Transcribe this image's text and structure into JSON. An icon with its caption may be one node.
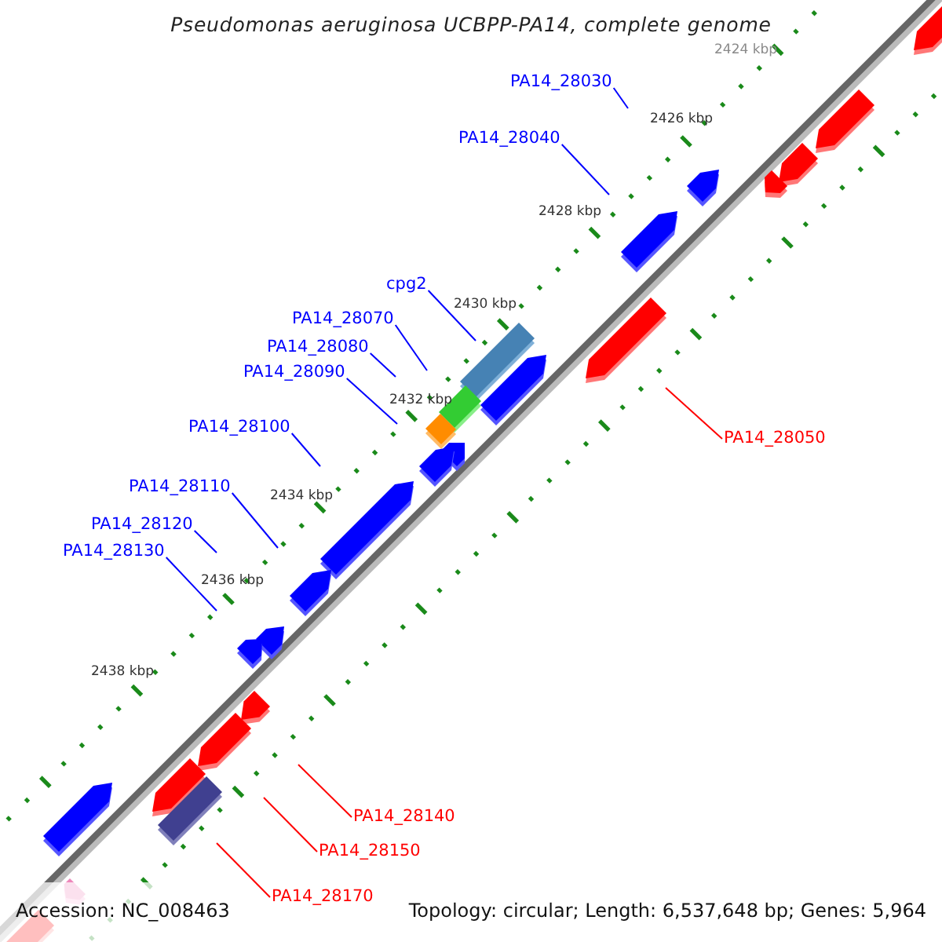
{
  "diagram": {
    "title": "Pseudomonas aeruginosa UCBPP-PA14, complete genome",
    "nodes": [
      {
        "text": [
          "PA14_28030"
        ]
      },
      {
        "text": [
          "PA14_28040"
        ]
      },
      {
        "text": [
          "cpg2"
        ]
      },
      {
        "text": [
          "PA14_28070"
        ]
      },
      {
        "text": [
          "PA14_28080"
        ]
      },
      {
        "text": [
          "PA14_28090"
        ]
      },
      {
        "text": [
          "PA14_28050"
        ]
      },
      {
        "text": [
          "PA14_28100"
        ]
      },
      {
        "text": [
          "PA14_28110"
        ]
      },
      {
        "text": [
          "PA14_28120"
        ]
      },
      {
        "text": [
          "PA14_28130"
        ]
      },
      {
        "text": [
          "PA14_28140"
        ]
      },
      {
        "text": [
          "PA14_28150"
        ]
      },
      {
        "text": [
          "PA14_28170"
        ]
      }
    ],
    "edges": [
      {
        "from": 0,
        "to": null,
        "arrow": "none"
      },
      {
        "from": 1,
        "to": null,
        "arrow": "none"
      },
      {
        "from": 2,
        "to": null,
        "arrow": "none"
      },
      {
        "from": 3,
        "to": null,
        "arrow": "none"
      },
      {
        "from": 4,
        "to": null,
        "arrow": "none"
      },
      {
        "from": 5,
        "to": null,
        "arrow": "none"
      },
      {
        "from": 6,
        "to": null,
        "arrow": "none",
        "color": "#ff0000"
      },
      {
        "from": 7,
        "to": null,
        "arrow": "none"
      },
      {
        "from": 8,
        "to": null,
        "arrow": "none"
      },
      {
        "from": 9,
        "to": null,
        "arrow": "none"
      },
      {
        "from": 10,
        "to": null,
        "arrow": "none"
      },
      {
        "from": 11,
        "to": null,
        "arrow": "none",
        "color": "#ff0000"
      },
      {
        "from": 12,
        "to": null,
        "arrow": "none",
        "color": "#ff0000"
      },
      {
        "from": 13,
        "to": null,
        "arrow": "none",
        "color": "#ff0000"
      }
    ],
    "labels": [
      "2424 kbp",
      "2426 kbp",
      "2428 kbp",
      "2430 kbp",
      "2432 kbp",
      "2434 kbp",
      "2436 kbp",
      "2438 kbp",
      "Accession: NC_008463",
      "Topology: circular; Length: 6,537,648 bp; Genes: 5,964"
    ]
  }
}
